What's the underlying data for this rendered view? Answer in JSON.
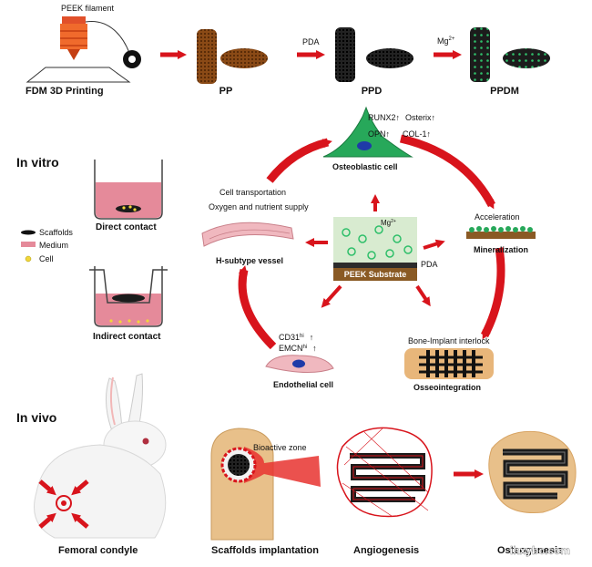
{
  "top": {
    "filament_label": "PEEK filament",
    "fdm_label": "FDM 3D Printing",
    "pp_label": "PP",
    "pda_label": "PDA",
    "ppd_label": "PPD",
    "mg_label": "Mg",
    "mg_sup": "2+",
    "ppdm_label": "PPDM"
  },
  "invitro": {
    "section_title": "In vitro",
    "direct_label": "Direct contact",
    "indirect_label": "Indirect contact",
    "legend": {
      "scaffolds": "Scaffolds",
      "medium": "Medium",
      "cell": "Cell"
    },
    "osteo_cell_label": "Osteoblastic cell",
    "runx2": "RUNX2↑",
    "osterix": "Osterix↑",
    "opn": "OPN↑",
    "col1": "COL-1↑",
    "cell_transport": "Cell transportation",
    "oxygen_supply": "Oxygen and nutrient supply",
    "vessel_label": "H-subtype vessel",
    "center_mg": "Mg",
    "center_mg_sup": "2+",
    "center_pda": "PDA",
    "peek_substrate": "PEEK Substrate",
    "acceleration": "Acceleration",
    "mineralization": "Mineralization",
    "cd31": "CD31",
    "cd31_sup": "hi",
    "cd31_arrow": "↑",
    "emcn": "EMCN",
    "emcn_sup": "hi",
    "emcn_arrow": "↑",
    "endo_label": "Endothelial cell",
    "interlock": "Bone-Implant interlock",
    "osseo_label": "Osseointegration"
  },
  "invivo": {
    "section_title": "In vivo",
    "femoral": "Femoral condyle",
    "bioactive": "Bioactive zone",
    "implant": "Scaffolds implantation",
    "angio": "Angiogenesis",
    "osteo": "Osteogenesis",
    "watermark": "ihxybc.com"
  },
  "colors": {
    "arrow_red": "#d8141c",
    "scaffold_brown": "#8a4a16",
    "scaffold_black": "#1c1c1c",
    "mg_green": "#2fbf6a",
    "medium_pink": "#e58a9a",
    "cell_yellow": "#f2d63a",
    "vessel_pink": "#f0b8bf",
    "osteo_green": "#27a85a",
    "peek_tan": "#8a5a24",
    "bone_tan": "#e8b67a"
  }
}
